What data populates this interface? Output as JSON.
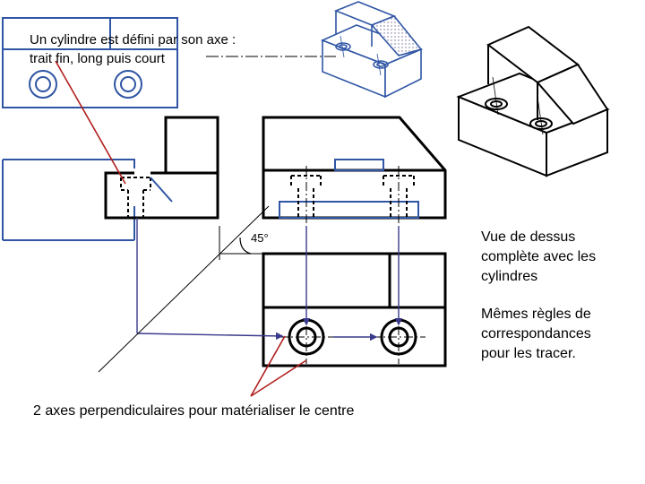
{
  "colors": {
    "outline": "#000000",
    "projection_blue": "#2f55a4",
    "construction_line": "#3a3a8c",
    "callout_red": "#b01e1e"
  },
  "annotations": {
    "axis_definition": {
      "line1": "Un cylindre est défini par son axe :",
      "line2": "trait fin, long puis court"
    },
    "angle_label": "45°",
    "top_view": {
      "line1": "Vue de dessus",
      "line2": "complète avec les",
      "line3": "cylindres"
    },
    "same_rules": {
      "line1": "Mêmes règles de",
      "line2": "correspondances",
      "line3": "pour les tracer."
    },
    "centre_axes": "2 axes perpendiculaires pour matérialiser le centre"
  }
}
